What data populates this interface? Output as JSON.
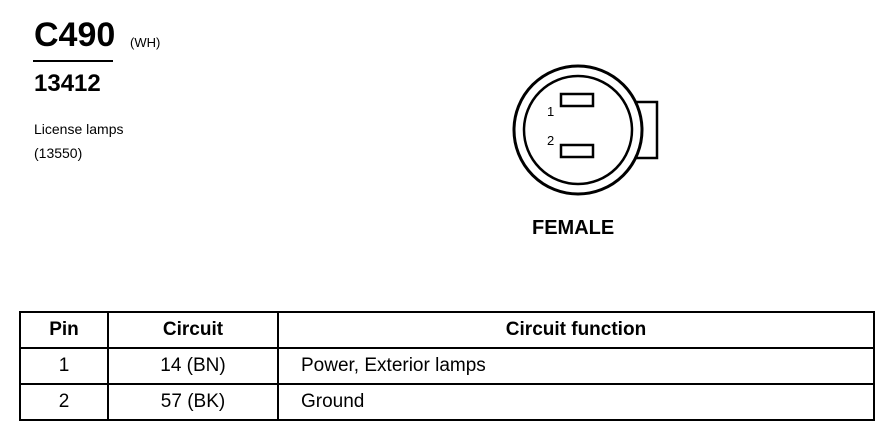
{
  "header": {
    "connector_id": "C490",
    "connector_color": "(WH)",
    "part_number": "13412",
    "description_line1": "License lamps",
    "description_line2": "(13550)"
  },
  "connector_view": {
    "gender": "FEMALE",
    "pins": [
      {
        "label": "1"
      },
      {
        "label": "2"
      }
    ]
  },
  "pin_table": {
    "headers": [
      "Pin",
      "Circuit",
      "Circuit function"
    ],
    "rows": [
      {
        "pin": "1",
        "circuit": "14 (BN)",
        "function": "Power, Exterior lamps"
      },
      {
        "pin": "2",
        "circuit": "57 (BK)",
        "function": "Ground"
      }
    ]
  },
  "colors": {
    "ink": "#000000",
    "background": "#ffffff"
  }
}
